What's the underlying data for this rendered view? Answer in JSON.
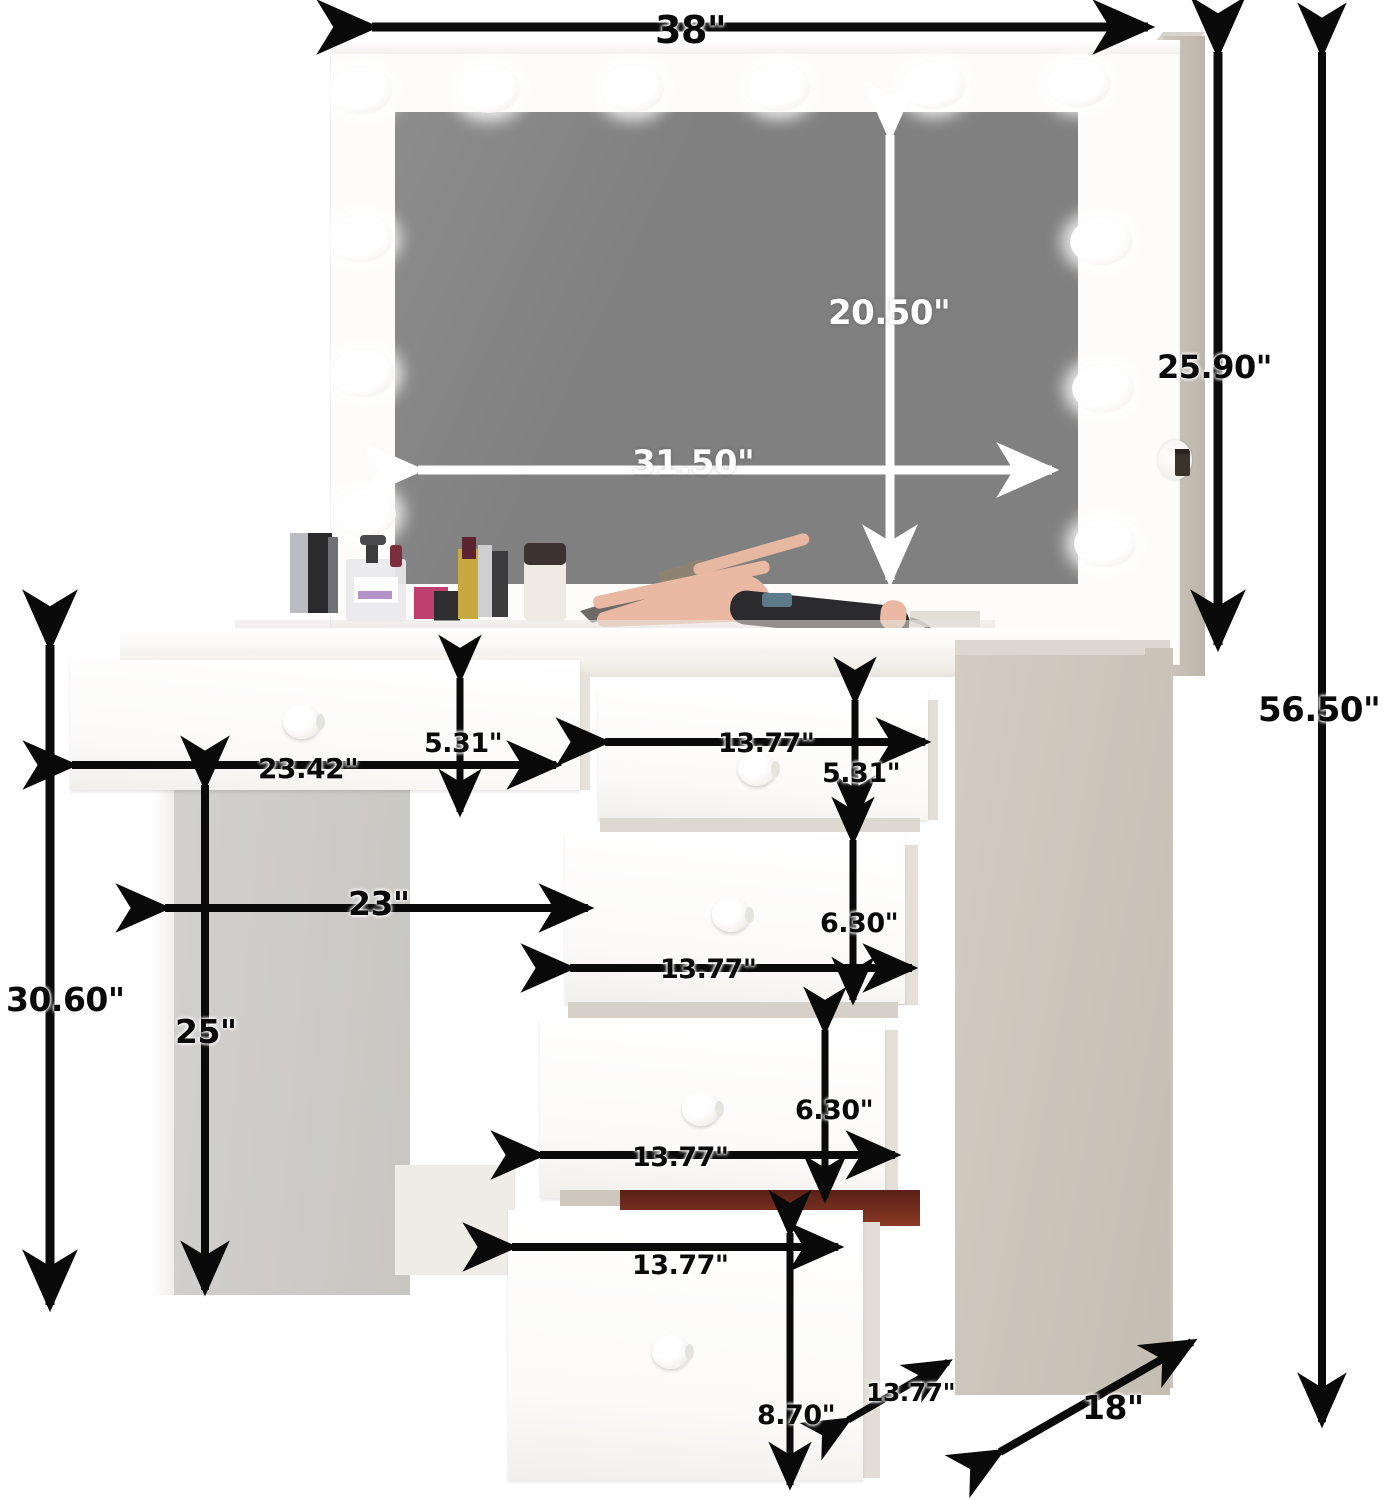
{
  "product": {
    "name": "makeup-vanity-desk-with-lighted-mirror",
    "unit": "inches"
  },
  "colors": {
    "mirror_glass": "#808080",
    "frame_white": "#fdfcfb",
    "side_panel": "#c9c2b7",
    "leg_panel": "#d0cecb",
    "annotation_black": "#0a0a0a",
    "annotation_white": "#ffffff"
  },
  "mirror": {
    "bulb_count_top": 6,
    "bulb_count_left": 3,
    "bulb_count_right": 3,
    "power_switch": "power-switch"
  },
  "dimensions": {
    "overall_width": "38\"",
    "overall_height": "56.50\"",
    "overall_depth": "18\"",
    "mirror_unit_height": "25.90\"",
    "mirror_glass_height": "20.50\"",
    "mirror_glass_width": "31.50\"",
    "desk_height": "30.60\"",
    "legroom_height": "25\"",
    "legroom_width": "23\"",
    "drawer_left_width": "23.42\"",
    "drawer_left_height": "5.31\"",
    "drawer_r1_width": "13.77\"",
    "drawer_r1_height": "5.31\"",
    "drawer_r2_width": "13.77\"",
    "drawer_r2_height": "6.30\"",
    "drawer_r3_width": "13.77\"",
    "drawer_r3_height": "6.30\"",
    "drawer_r4_width": "13.77\"",
    "drawer_r4_height": "8.70\"",
    "drawer_depth": "13.77\""
  },
  "labels": [
    {
      "id": "overall-width",
      "text": "38\"",
      "style": "black"
    },
    {
      "id": "mirror-glass-height",
      "text": "20.50\"",
      "style": "white"
    },
    {
      "id": "mirror-glass-width",
      "text": "31.50\"",
      "style": "white"
    },
    {
      "id": "mirror-unit-height",
      "text": "25.90\"",
      "style": "black"
    },
    {
      "id": "overall-height",
      "text": "56.50\"",
      "style": "black"
    },
    {
      "id": "desk-height",
      "text": "30.60\"",
      "style": "black"
    },
    {
      "id": "legroom-height",
      "text": "25\"",
      "style": "black"
    },
    {
      "id": "legroom-width",
      "text": "23\"",
      "style": "black"
    },
    {
      "id": "drawer-left-width",
      "text": "23.42\"",
      "style": "black"
    },
    {
      "id": "drawer-left-height",
      "text": "5.31\"",
      "style": "black"
    },
    {
      "id": "drawer-r1-width",
      "text": "13.77\"",
      "style": "black"
    },
    {
      "id": "drawer-r1-height",
      "text": "5.31\"",
      "style": "black"
    },
    {
      "id": "drawer-r2-height",
      "text": "6.30\"",
      "style": "black"
    },
    {
      "id": "drawer-r2-width",
      "text": "13.77\"",
      "style": "black"
    },
    {
      "id": "drawer-r3-height",
      "text": "6.30\"",
      "style": "black"
    },
    {
      "id": "drawer-r3-width",
      "text": "13.77\"",
      "style": "black"
    },
    {
      "id": "drawer-r4-width",
      "text": "13.77\"",
      "style": "black"
    },
    {
      "id": "drawer-r4-height",
      "text": "8.70\"",
      "style": "black"
    },
    {
      "id": "drawer-depth",
      "text": "13.77\"",
      "style": "black"
    },
    {
      "id": "overall-depth",
      "text": "18\"",
      "style": "black"
    }
  ],
  "tabletop_items": [
    "cosmetic-tube-silver",
    "perfume-bottle",
    "lipstick-gold",
    "lotion-bottle",
    "makeup-brush",
    "curling-iron-rose-gold",
    "tray-crystal"
  ]
}
